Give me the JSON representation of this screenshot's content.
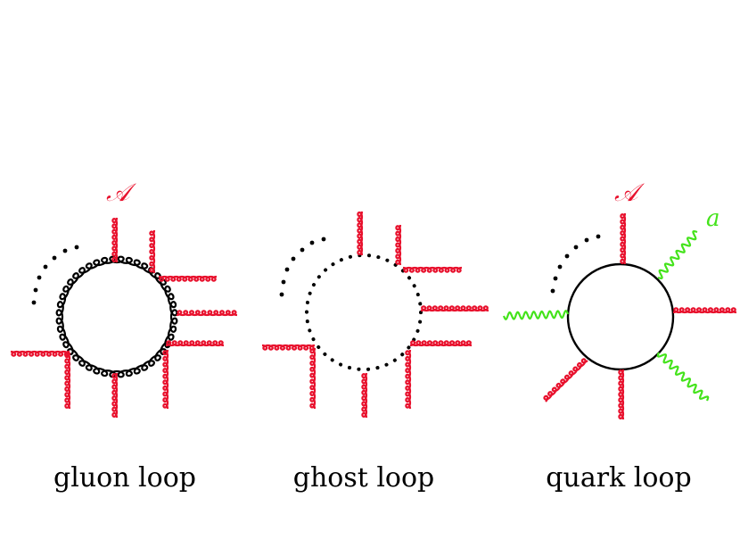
{
  "colors": {
    "background_field": "#e8112d",
    "quantum_field": "#44e31b",
    "loop": "#000000"
  },
  "gluon_panel": {
    "label_A": "𝒜",
    "caption": "gluon loop"
  },
  "ghost_panel": {
    "caption": "ghost loop"
  },
  "quark_panel": {
    "label_A": "𝒜",
    "label_a": "a",
    "caption": "quark loop"
  }
}
